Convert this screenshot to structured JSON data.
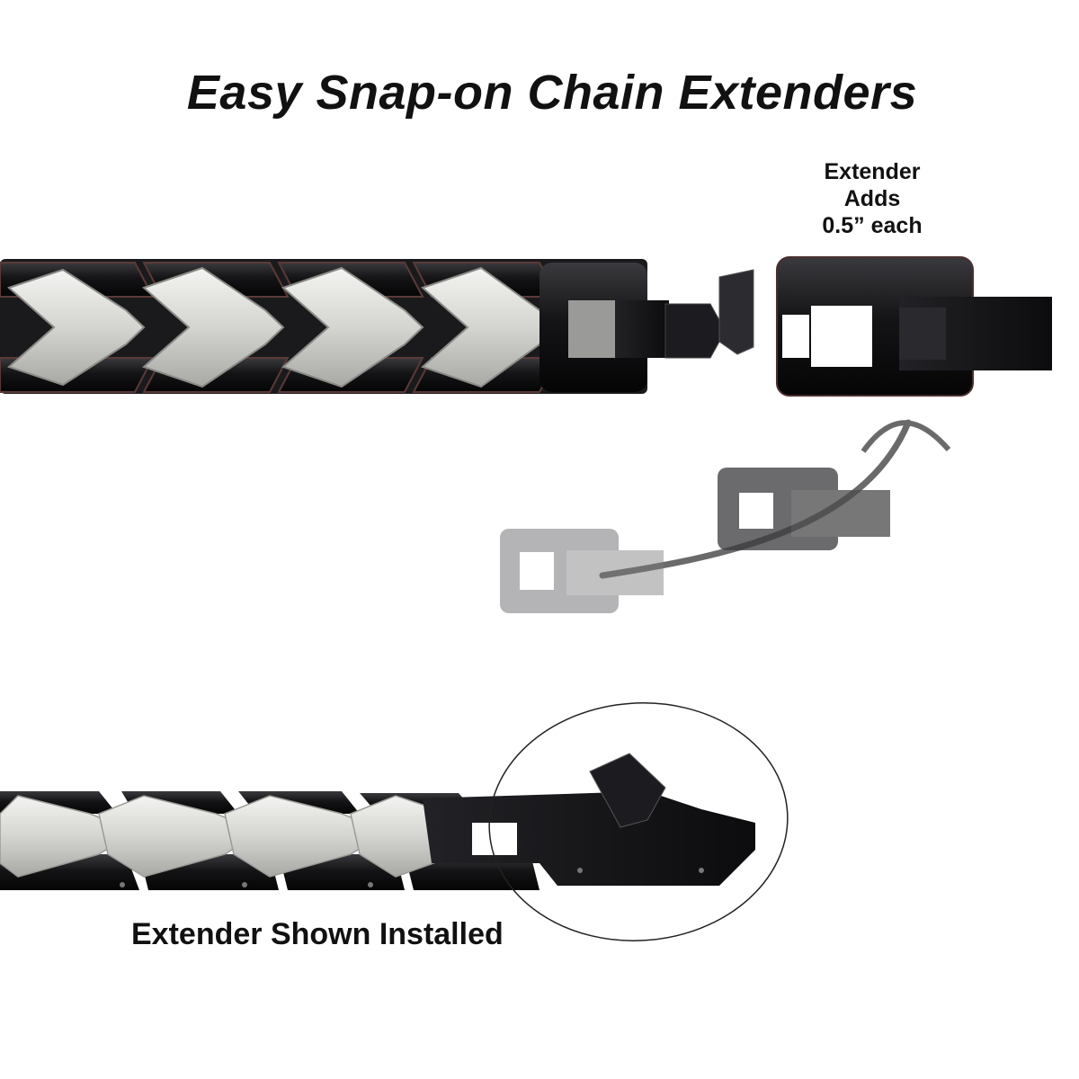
{
  "title": "Easy Snap-on Chain Extenders",
  "extender_note": {
    "line1": "Extender",
    "line2": "Adds",
    "line3": "0.5” each"
  },
  "caption": "Extender Shown Installed",
  "colors": {
    "black_link": "#141416",
    "silver_link": "#d9d9d6",
    "text": "#111111"
  }
}
